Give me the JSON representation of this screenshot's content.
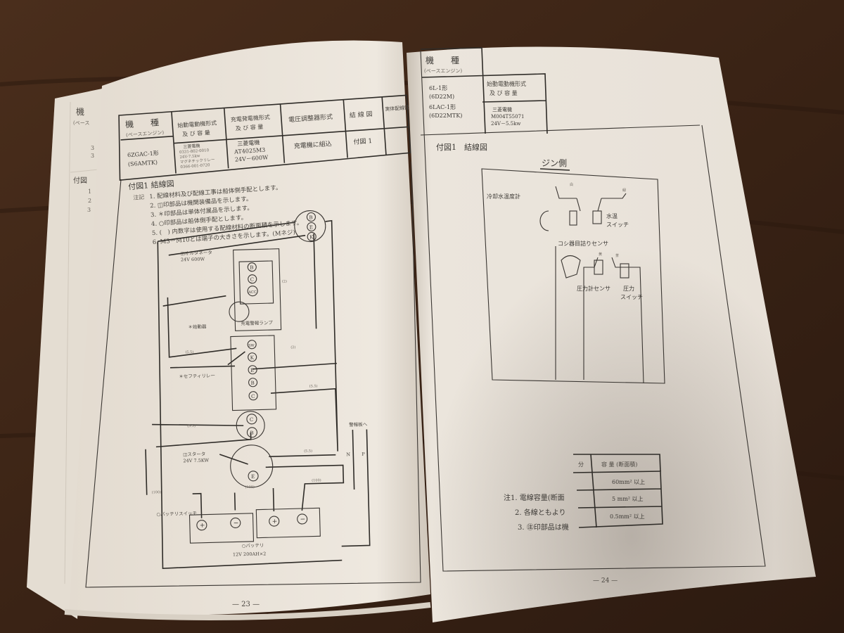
{
  "left_page": {
    "header": {
      "model_label": "機　　種",
      "model_sub": "(ベースエンジン)",
      "model_value": "6ZGAC-1形",
      "model_value2": "(S6AMTK)",
      "starter_label": "始動電動機形式",
      "starter_label2": "及 び 容 量",
      "starter_value": [
        "三菱電機",
        "0331-802-0010",
        "24V-7.5kw",
        "マグネチックリレー",
        "0366-001-0720"
      ],
      "alternator_label": "充電発電機形式",
      "alternator_label2": "及 び 容 量",
      "alternator_value": [
        "三菱電機",
        "AT4025M3",
        "24V－600W"
      ],
      "regulator_label": "電圧調整器形式",
      "regulator_value": "充電機に組込",
      "wiring_label": "結 線 図",
      "wiring_value": "付図 1",
      "actual_label": "実体配線図"
    },
    "figure_title": "付図1 結線図",
    "notes_label": "注記",
    "notes": [
      "1. 配線材料及び配線工事は船体側手配とします。",
      "2. ◫印部品は機関装備品を示します。",
      "3. ＊印部品は単体付属品を示します。",
      "4. ○印部品は船体側手配とします。",
      "5. (　) 内数字は使用する配線材料の断面積を示します。",
      "6. M3－M10とは端子の大きさを示します。(Mネジ)"
    ],
    "diagram": {
      "alternator": "◫オルタネータ",
      "alternator_spec": "24V 600W",
      "starter_switch": "＊始動器",
      "charge_lamp": "充電警報ランプ",
      "safety_relay": "＊セフティリレー",
      "starter": "◫スタータ",
      "starter_spec": "24V 7.5KW",
      "battery_switch": "○バッテリスイッチ",
      "battery": "○バッテリ",
      "battery_spec": "12V 200AH×2",
      "alarm_panel": "警報板へ",
      "N": "N",
      "P": "P",
      "terminals": [
        "B",
        "E",
        "K",
        "B",
        "C",
        "ACC",
        "SW",
        "K",
        "E",
        "B",
        "C",
        "C",
        "B",
        "E"
      ],
      "wire_sizes": [
        "(2)",
        "(5.5)",
        "(2)",
        "(5.5)",
        "(5.5)",
        "(5.5)",
        "(100)",
        "(100)",
        "(100)"
      ],
      "plus": "+",
      "minus": "−"
    },
    "page_number": "— 23 —"
  },
  "back_page": {
    "model_label": "機",
    "model_sub": "(ベース",
    "row_values": [
      "3",
      "3"
    ],
    "figure_label": "付図",
    "figure_items": [
      "1",
      "2",
      "3"
    ]
  },
  "right_page": {
    "header": {
      "model_label": "機　　種",
      "model_sub": "(ベースエンジン)",
      "model_values": [
        "6L-1形",
        "(6D22M)",
        "6LAC-1形",
        "(6D22MTK)"
      ],
      "starter_label": "始動電動機形式",
      "starter_label2": "及 び 容 量",
      "starter_value": [
        "三菱電機",
        "M004T55071",
        "24V－5.5kw"
      ]
    },
    "figure_title": "付図1　結線図",
    "engine_side": "ジン側",
    "diagram": {
      "coolant_gauge": "冷却水温度計",
      "water_temp_switch": "水温\nスイッチ",
      "water_temp_switch_1": "水温",
      "water_temp_switch_2": "スイッチ",
      "filter_sensor": "コシ器目詰りセンサ",
      "pressure_sensor": "圧力計センサ",
      "pressure_switch_1": "圧力",
      "pressure_switch_2": "スイッチ",
      "wire_colors": [
        "白",
        "緑",
        "黄",
        "茶"
      ]
    },
    "wire_table": {
      "headers": [
        "分",
        "容 量 (断面積)"
      ],
      "rows": [
        "60mm² 以上",
        "5 mm² 以上",
        "0.5mm² 以上"
      ]
    },
    "notes": [
      "注1. 電線容量(断面",
      "2. 各線ともより",
      "3. ㊟印部品は機"
    ],
    "page_number": "— 24 —"
  }
}
